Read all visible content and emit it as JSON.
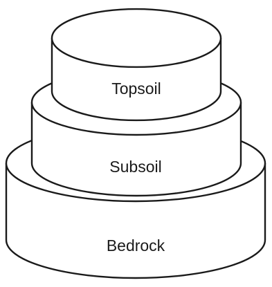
{
  "diagram": {
    "layers": [
      {
        "id": "topsoil",
        "label": "Topsoil"
      },
      {
        "id": "subsoil",
        "label": "Subsoil"
      },
      {
        "id": "bedrock",
        "label": "Bedrock"
      }
    ]
  }
}
